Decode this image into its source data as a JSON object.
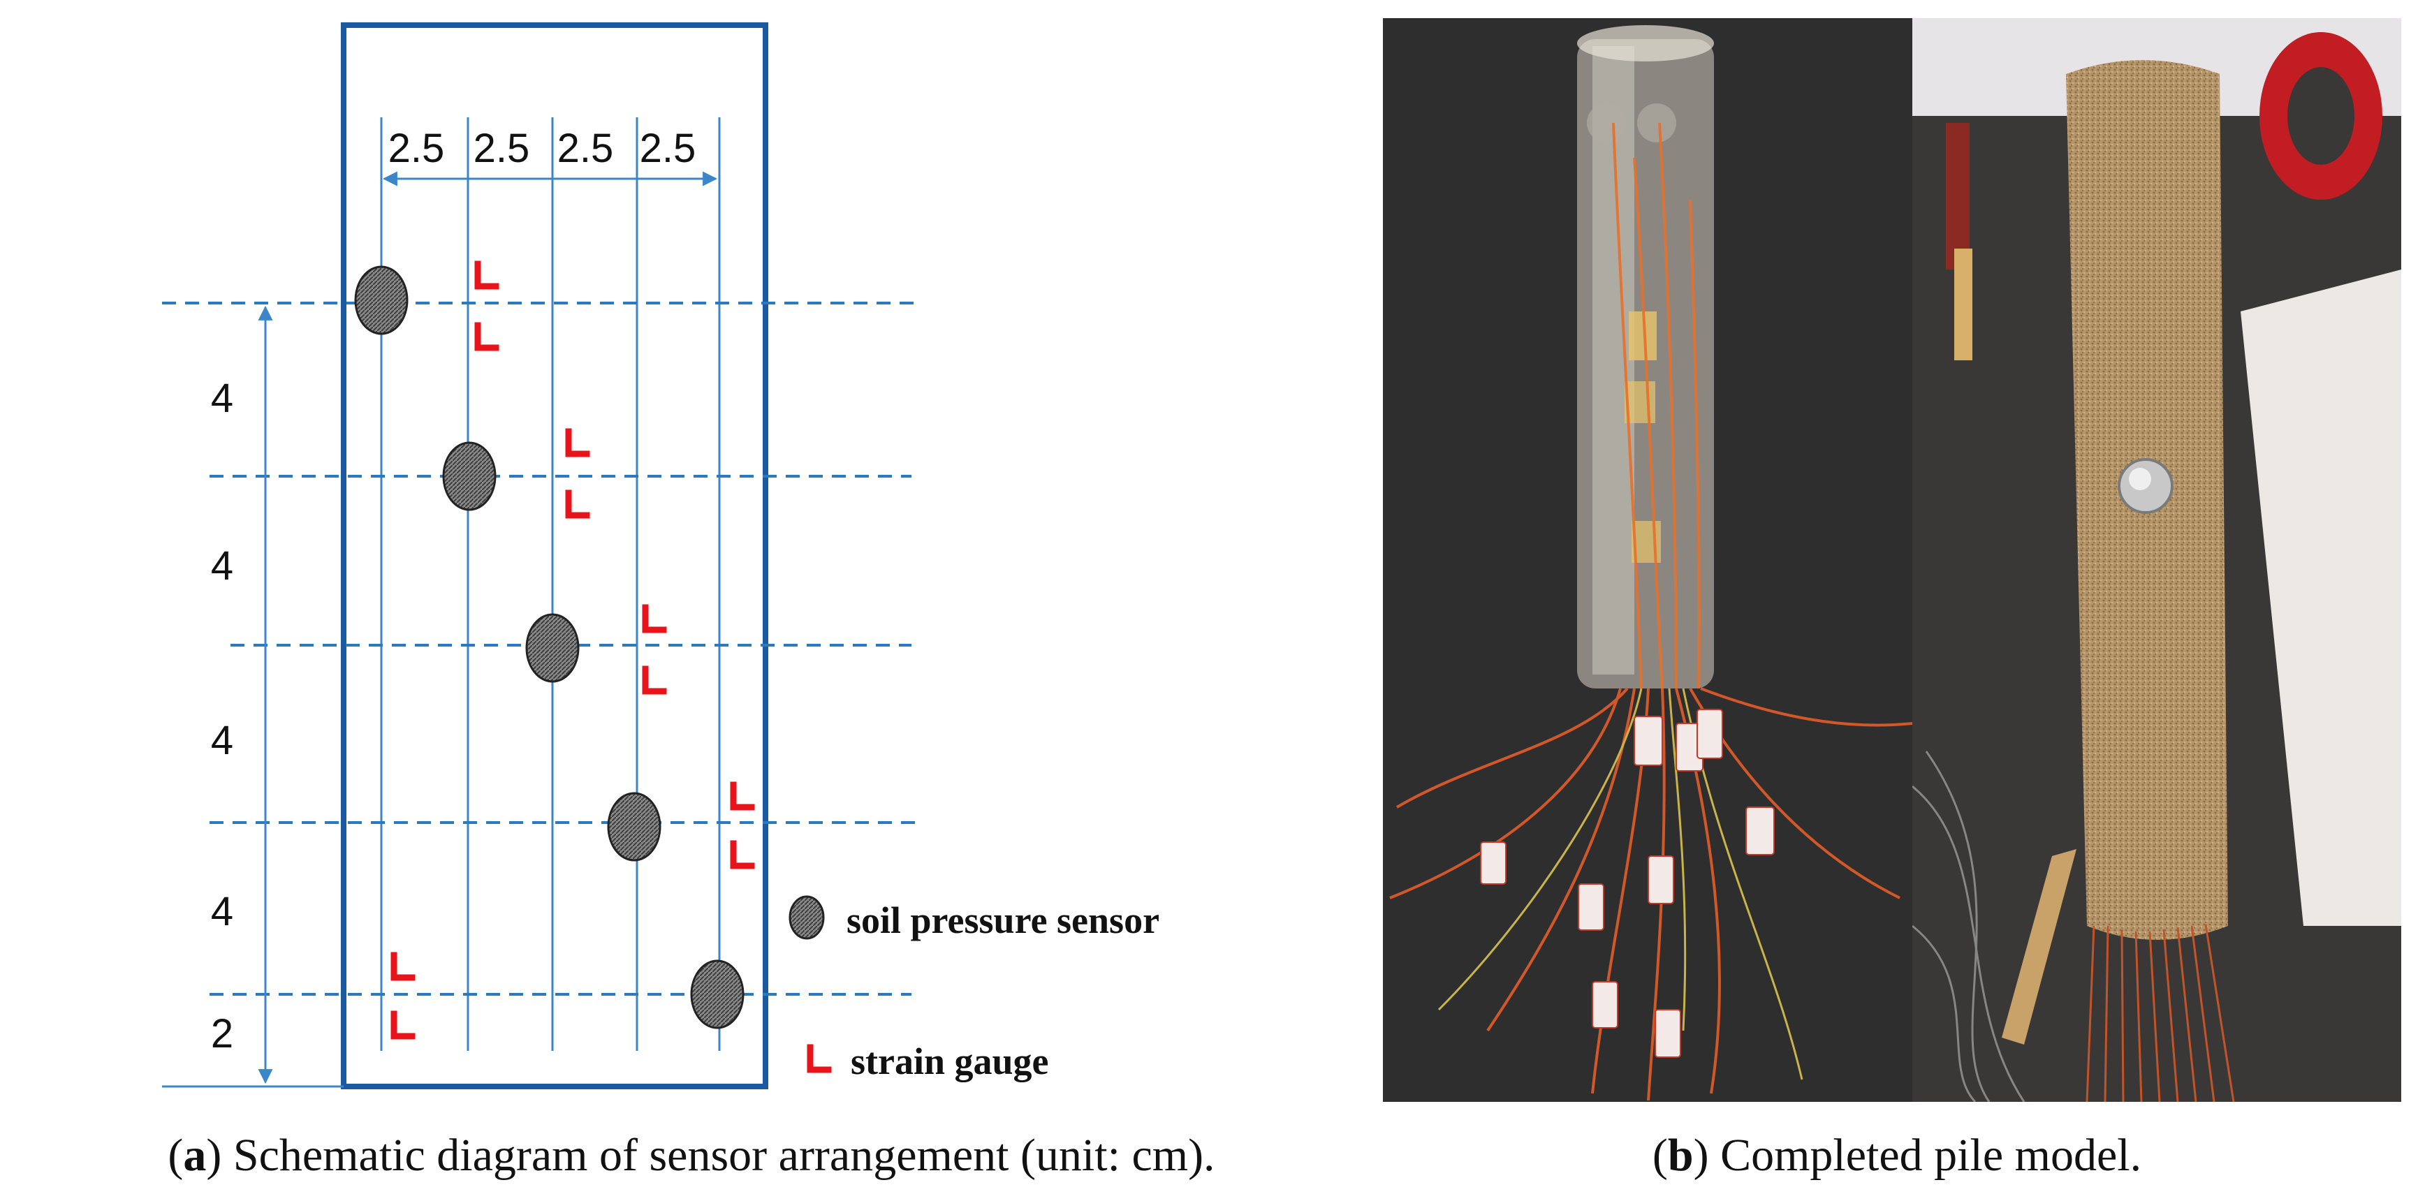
{
  "diagram": {
    "spacing_labels": [
      "2.5",
      "2.5",
      "2.5",
      "2.5"
    ],
    "depth_labels": [
      "4",
      "4",
      "4",
      "4",
      "2"
    ],
    "legend": {
      "sensor_label": "soil pressure sensor",
      "gauge_label": "strain gauge"
    },
    "colors": {
      "frame": "#1b5aa0",
      "guide_line": "#3a86c8",
      "dashed_line": "#2a7abf",
      "strain_gauge": "#e8141c",
      "sensor_fill": "#7a7a7a"
    }
  },
  "captions": {
    "a": {
      "letter": "a",
      "text": " Schematic diagram of sensor arrangement (unit: cm)."
    },
    "b": {
      "letter": "b",
      "text": " Completed pile model."
    }
  },
  "photos": {
    "left": {
      "subject": "transparent pile with strain gauges and wires",
      "background": "#2b2b2b"
    },
    "right": {
      "subject": "sand-coated pile with soil pressure sensor",
      "background": "#3a3836"
    }
  }
}
